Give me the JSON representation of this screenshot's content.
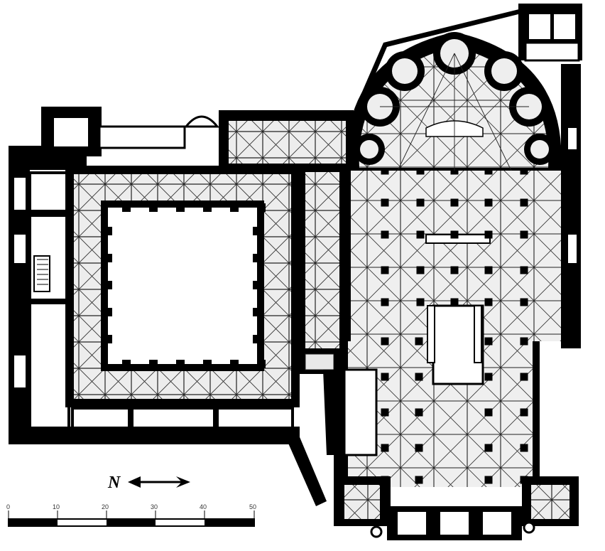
{
  "north_arrow": {
    "label": "N",
    "direction": "left"
  },
  "scale_bar": {
    "ticks": [
      "0",
      "10",
      "20",
      "30",
      "40",
      "50"
    ]
  },
  "colors": {
    "wall": "#000000",
    "paper": "#ffffff",
    "vault_line": "#222222"
  }
}
